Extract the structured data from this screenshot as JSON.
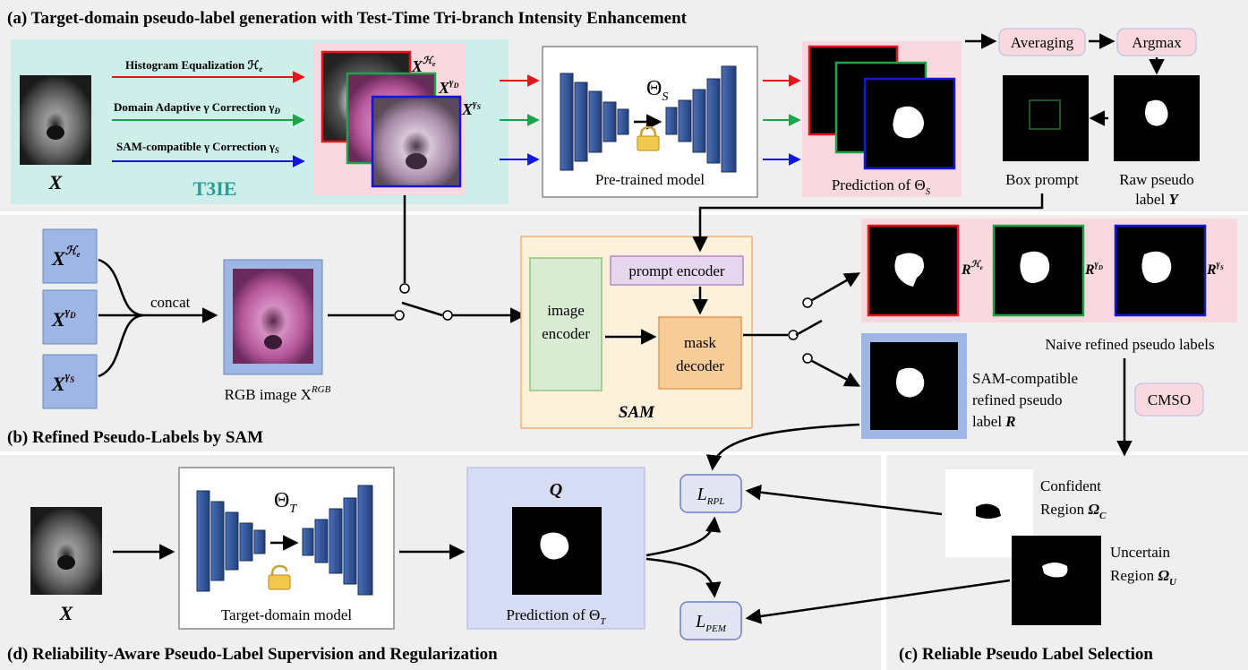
{
  "panel_a": {
    "title": "(a)  Target-domain pseudo-label generation with Test-Time Tri-branch Intensity Enhancement",
    "input_label": "X",
    "t3ie_label": "T3IE",
    "branches": [
      {
        "label": "Histogram Equalization ℋ",
        "sub": "e",
        "color": "#e8141b",
        "superscript": "ℋ",
        "superscript_sub": "e"
      },
      {
        "label": "Domain Adaptive γ Correction γ",
        "sub": "Đ",
        "color": "#1aa54a",
        "superscript": "γ",
        "superscript_sub": "D"
      },
      {
        "label": "SAM-compatible γ Correction γ",
        "sub": "S",
        "color": "#1515e0",
        "superscript": "γ",
        "superscript_sub": "S"
      }
    ],
    "model_symbol": "Θ",
    "model_symbol_sub": "S",
    "model_caption": "Pre-trained model",
    "prediction_caption": "Prediction of  Θ",
    "prediction_sub": "S",
    "averaging": "Averaging",
    "argmax": "Argmax",
    "box_prompt": "Box prompt",
    "raw_label_line1": "Raw pseudo",
    "raw_label_line2": "label",
    "raw_label_symbol": "Y"
  },
  "panel_b": {
    "title": "(b)  Refined Pseudo-Labels by SAM",
    "concat": "concat",
    "rgb_caption": "RGB image X",
    "rgb_superscript": "RGB",
    "image_encoder_1": "image",
    "image_encoder_2": "encoder",
    "prompt_encoder": "prompt encoder",
    "mask_decoder_1": "mask",
    "mask_decoder_2": "decoder",
    "sam": "SAM",
    "naive_caption": "Naive refined pseudo labels",
    "naive_labels": [
      "R",
      "R",
      "R"
    ],
    "naive_sups": [
      "ℋ",
      "γ",
      "γ"
    ],
    "naive_supsubs": [
      "e",
      "D",
      "S"
    ],
    "sam_label_1": "SAM-compatible",
    "sam_label_2": "refined pseudo",
    "sam_label_3": "label",
    "sam_label_symbol": "R",
    "cmso": "CMSO"
  },
  "panel_c": {
    "title": "(c)  Reliable Pseudo Label Selection",
    "confident_1": "Confident",
    "confident_2": "Region",
    "confident_symbol": "Ω",
    "confident_sub": "C",
    "uncertain_1": "Uncertain",
    "uncertain_2": "Region",
    "uncertain_symbol": "Ω",
    "uncertain_sub": "U"
  },
  "panel_d": {
    "title": "(d)  Reliability-Aware Pseudo-Label Supervision and Regularization",
    "input_label": "X",
    "model_symbol": "Θ",
    "model_symbol_sub": "T",
    "model_caption": "Target-domain model",
    "q_label": "Q",
    "prediction_caption": "Prediction of  Θ",
    "prediction_sub": "T",
    "loss_rpl": "L",
    "loss_rpl_sub": "RPL",
    "loss_pem": "L",
    "loss_pem_sub": "PEM"
  },
  "colors": {
    "red": "#e8141b",
    "green": "#1aa54a",
    "blue": "#1515e0",
    "t3ie_bg": "#cdeee9",
    "pink_bg": "#f9d9df",
    "panel_gray": "#efefef",
    "sam_bg": "#fdf1dc",
    "block_blue": "#2e4f8f",
    "teal_text": "#2a9d96"
  }
}
